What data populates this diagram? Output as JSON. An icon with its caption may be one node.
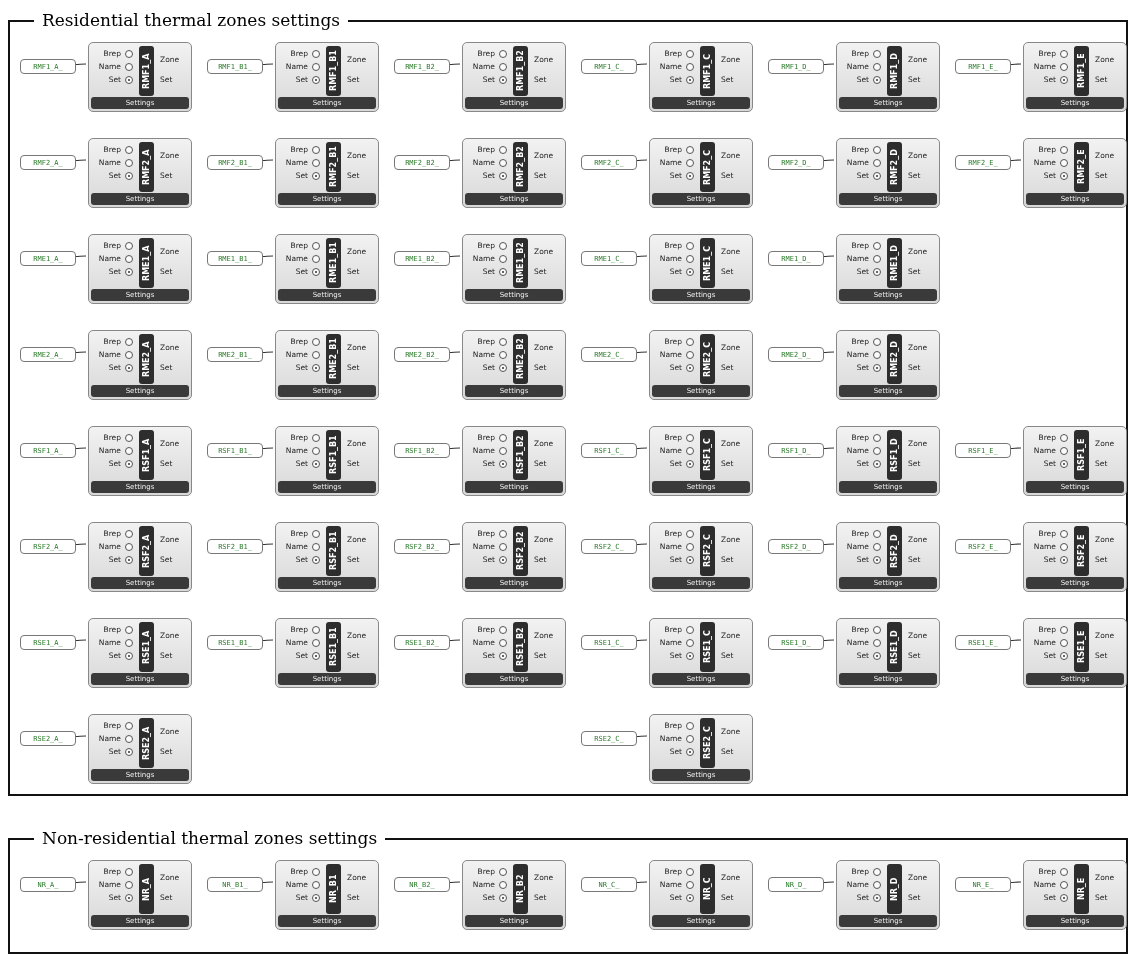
{
  "diagram": {
    "nodes": [
      {
        "text": [
          "Residential thermal zones settings"
        ]
      },
      {
        "text": [
          "RMF1_A_"
        ],
        "in": 0
      },
      {
        "text": [
          "Brep",
          "Name",
          "Set",
          "RMF1_A",
          "Zone",
          "Set",
          "Settings"
        ],
        "in": 0
      },
      {
        "text": [
          "RMF1_B1_"
        ],
        "in": 0
      },
      {
        "text": [
          "Brep",
          "Name",
          "Set",
          "RMF1_B1",
          "Zone",
          "Set",
          "Settings"
        ],
        "in": 0
      },
      {
        "text": [
          "RMF1_B2_"
        ],
        "in": 0
      },
      {
        "text": [
          "Brep",
          "Name",
          "Set",
          "RMF1_B2",
          "Zone",
          "Set",
          "Settings"
        ],
        "in": 0
      },
      {
        "text": [
          "RMF1_C_"
        ],
        "in": 0
      },
      {
        "text": [
          "Brep",
          "Name",
          "Set",
          "RMF1_C",
          "Zone",
          "Set",
          "Settings"
        ],
        "in": 0
      },
      {
        "text": [
          "RMF1_D_"
        ],
        "in": 0
      },
      {
        "text": [
          "Brep",
          "Name",
          "Set",
          "RMF1_D",
          "Zone",
          "Set",
          "Settings"
        ],
        "in": 0
      },
      {
        "text": [
          "RMF1_E_"
        ],
        "in": 0
      },
      {
        "text": [
          "Brep",
          "Name",
          "Set",
          "RMF1_E",
          "Zone",
          "Set",
          "Settings"
        ],
        "in": 0
      },
      {
        "text": [
          "RMF2_A_"
        ],
        "in": 0
      },
      {
        "text": [
          "Brep",
          "Name",
          "Set",
          "RMF2_A",
          "Zone",
          "Set",
          "Settings"
        ],
        "in": 0
      },
      {
        "text": [
          "RMF2_B1_"
        ],
        "in": 0
      },
      {
        "text": [
          "Brep",
          "Name",
          "Set",
          "RMF2_B1",
          "Zone",
          "Set",
          "Settings"
        ],
        "in": 0
      },
      {
        "text": [
          "RMF2_B2_"
        ],
        "in": 0
      },
      {
        "text": [
          "Brep",
          "Name",
          "Set",
          "RMF2_B2",
          "Zone",
          "Set",
          "Settings"
        ],
        "in": 0
      },
      {
        "text": [
          "RMF2_C_"
        ],
        "in": 0
      },
      {
        "text": [
          "Brep",
          "Name",
          "Set",
          "RMF2_C",
          "Zone",
          "Set",
          "Settings"
        ],
        "in": 0
      },
      {
        "text": [
          "RMF2_D_"
        ],
        "in": 0
      },
      {
        "text": [
          "Brep",
          "Name",
          "Set",
          "RMF2_D",
          "Zone",
          "Set",
          "Settings"
        ],
        "in": 0
      },
      {
        "text": [
          "RMF2_E_"
        ],
        "in": 0
      },
      {
        "text": [
          "Brep",
          "Name",
          "Set",
          "RMF2_E",
          "Zone",
          "Set",
          "Settings"
        ],
        "in": 0
      },
      {
        "text": [
          "RME1_A_"
        ],
        "in": 0
      },
      {
        "text": [
          "Brep",
          "Name",
          "Set",
          "RME1_A",
          "Zone",
          "Set",
          "Settings"
        ],
        "in": 0
      },
      {
        "text": [
          "RME1_B1_"
        ],
        "in": 0
      },
      {
        "text": [
          "Brep",
          "Name",
          "Set",
          "RME1_B1",
          "Zone",
          "Set",
          "Settings"
        ],
        "in": 0
      },
      {
        "text": [
          "RME1_B2_"
        ],
        "in": 0
      },
      {
        "text": [
          "Brep",
          "Name",
          "Set",
          "RME1_B2",
          "Zone",
          "Set",
          "Settings"
        ],
        "in": 0
      },
      {
        "text": [
          "RME1_C_"
        ],
        "in": 0
      },
      {
        "text": [
          "Brep",
          "Name",
          "Set",
          "RME1_C",
          "Zone",
          "Set",
          "Settings"
        ],
        "in": 0
      },
      {
        "text": [
          "RME1_D_"
        ],
        "in": 0
      },
      {
        "text": [
          "Brep",
          "Name",
          "Set",
          "RME1_D",
          "Zone",
          "Set",
          "Settings"
        ],
        "in": 0
      },
      {
        "text": [
          "RME2_A_"
        ],
        "in": 0
      },
      {
        "text": [
          "Brep",
          "Name",
          "Set",
          "RME2_A",
          "Zone",
          "Set",
          "Settings"
        ],
        "in": 0
      },
      {
        "text": [
          "RME2_B1_"
        ],
        "in": 0
      },
      {
        "text": [
          "Brep",
          "Name",
          "Set",
          "RME2_B1",
          "Zone",
          "Set",
          "Settings"
        ],
        "in": 0
      },
      {
        "text": [
          "RME2_B2_"
        ],
        "in": 0
      },
      {
        "text": [
          "Brep",
          "Name",
          "Set",
          "RME2_B2",
          "Zone",
          "Set",
          "Settings"
        ],
        "in": 0
      },
      {
        "text": [
          "RME2_C_"
        ],
        "in": 0
      },
      {
        "text": [
          "Brep",
          "Name",
          "Set",
          "RME2_C",
          "Zone",
          "Set",
          "Settings"
        ],
        "in": 0
      },
      {
        "text": [
          "RME2_D_"
        ],
        "in": 0
      },
      {
        "text": [
          "Brep",
          "Name",
          "Set",
          "RME2_D",
          "Zone",
          "Set",
          "Settings"
        ],
        "in": 0
      },
      {
        "text": [
          "RSF1_A_"
        ],
        "in": 0
      },
      {
        "text": [
          "Brep",
          "Name",
          "Set",
          "RSF1_A",
          "Zone",
          "Set",
          "Settings"
        ],
        "in": 0
      },
      {
        "text": [
          "RSF1_B1_"
        ],
        "in": 0
      },
      {
        "text": [
          "Brep",
          "Name",
          "Set",
          "RSF1_B1",
          "Zone",
          "Set",
          "Settings"
        ],
        "in": 0
      },
      {
        "text": [
          "RSF1_B2_"
        ],
        "in": 0
      },
      {
        "text": [
          "Brep",
          "Name",
          "Set",
          "RSF1_B2",
          "Zone",
          "Set",
          "Settings"
        ],
        "in": 0
      },
      {
        "text": [
          "RSF1_C_"
        ],
        "in": 0
      },
      {
        "text": [
          "Brep",
          "Name",
          "Set",
          "RSF1_C",
          "Zone",
          "Set",
          "Settings"
        ],
        "in": 0
      },
      {
        "text": [
          "RSF1_D_"
        ],
        "in": 0
      },
      {
        "text": [
          "Brep",
          "Name",
          "Set",
          "RSF1_D",
          "Zone",
          "Set",
          "Settings"
        ],
        "in": 0
      },
      {
        "text": [
          "RSF1_E_"
        ],
        "in": 0
      },
      {
        "text": [
          "Brep",
          "Name",
          "Set",
          "RSF1_E",
          "Zone",
          "Set",
          "Settings"
        ],
        "in": 0
      },
      {
        "text": [
          "RSF2_A_"
        ],
        "in": 0
      },
      {
        "text": [
          "Brep",
          "Name",
          "Set",
          "RSF2_A",
          "Zone",
          "Set",
          "Settings"
        ],
        "in": 0
      },
      {
        "text": [
          "RSF2_B1_"
        ],
        "in": 0
      },
      {
        "text": [
          "Brep",
          "Name",
          "Set",
          "RSF2_B1",
          "Zone",
          "Set",
          "Settings"
        ],
        "in": 0
      },
      {
        "text": [
          "RSF2_B2_"
        ],
        "in": 0
      },
      {
        "text": [
          "Brep",
          "Name",
          "Set",
          "RSF2_B2",
          "Zone",
          "Set",
          "Settings"
        ],
        "in": 0
      },
      {
        "text": [
          "RSF2_C_"
        ],
        "in": 0
      },
      {
        "text": [
          "Brep",
          "Name",
          "Set",
          "RSF2_C",
          "Zone",
          "Set",
          "Settings"
        ],
        "in": 0
      },
      {
        "text": [
          "RSF2_D_"
        ],
        "in": 0
      },
      {
        "text": [
          "Brep",
          "Name",
          "Set",
          "RSF2_D",
          "Zone",
          "Set",
          "Settings"
        ],
        "in": 0
      },
      {
        "text": [
          "RSF2_E_"
        ],
        "in": 0
      },
      {
        "text": [
          "Brep",
          "Name",
          "Set",
          "RSF2_E",
          "Zone",
          "Set",
          "Settings"
        ],
        "in": 0
      },
      {
        "text": [
          "RSE1_A_"
        ],
        "in": 0
      },
      {
        "text": [
          "Brep",
          "Name",
          "Set",
          "RSE1_A",
          "Zone",
          "Set",
          "Settings"
        ],
        "in": 0
      },
      {
        "text": [
          "RSE1_B1_"
        ],
        "in": 0
      },
      {
        "text": [
          "Brep",
          "Name",
          "Set",
          "RSE1_B1",
          "Zone",
          "Set",
          "Settings"
        ],
        "in": 0
      },
      {
        "text": [
          "RSE1_B2_"
        ],
        "in": 0
      },
      {
        "text": [
          "Brep",
          "Name",
          "Set",
          "RSE1_B2",
          "Zone",
          "Set",
          "Settings"
        ],
        "in": 0
      },
      {
        "text": [
          "RSE1_C_"
        ],
        "in": 0
      },
      {
        "text": [
          "Brep",
          "Name",
          "Set",
          "RSE1_C",
          "Zone",
          "Set",
          "Settings"
        ],
        "in": 0
      },
      {
        "text": [
          "RSE1_D_"
        ],
        "in": 0
      },
      {
        "text": [
          "Brep",
          "Name",
          "Set",
          "RSE1_D",
          "Zone",
          "Set",
          "Settings"
        ],
        "in": 0
      },
      {
        "text": [
          "RSE1_E_"
        ],
        "in": 0
      },
      {
        "text": [
          "Brep",
          "Name",
          "Set",
          "RSE1_E",
          "Zone",
          "Set",
          "Settings"
        ],
        "in": 0
      },
      {
        "text": [
          "RSE2_A_"
        ],
        "in": 0
      },
      {
        "text": [
          "Brep",
          "Name",
          "Set",
          "RSE2_A",
          "Zone",
          "Set",
          "Settings"
        ],
        "in": 0
      },
      {
        "text": [
          "RSE2_C_"
        ],
        "in": 0
      },
      {
        "text": [
          "Brep",
          "Name",
          "Set",
          "RSE2_C",
          "Zone",
          "Set",
          "Settings"
        ],
        "in": 0
      },
      {
        "text": [
          "Non-residential thermal zones settings"
        ]
      },
      {
        "text": [
          "NR_A_"
        ],
        "in": 85
      },
      {
        "text": [
          "Brep",
          "Name",
          "Set",
          "NR_A",
          "Zone",
          "Set",
          "Settings"
        ],
        "in": 85
      },
      {
        "text": [
          "NR_B1_"
        ],
        "in": 85
      },
      {
        "text": [
          "Brep",
          "Name",
          "Set",
          "NR_B1",
          "Zone",
          "Set",
          "Settings"
        ],
        "in": 85
      },
      {
        "text": [
          "NR_B2_"
        ],
        "in": 85
      },
      {
        "text": [
          "Brep",
          "Name",
          "Set",
          "NR_B2",
          "Zone",
          "Set",
          "Settings"
        ],
        "in": 85
      },
      {
        "text": [
          "NR_C_"
        ],
        "in": 85
      },
      {
        "text": [
          "Brep",
          "Name",
          "Set",
          "NR_C",
          "Zone",
          "Set",
          "Settings"
        ],
        "in": 85
      },
      {
        "text": [
          "NR_D_"
        ],
        "in": 85
      },
      {
        "text": [
          "Brep",
          "Name",
          "Set",
          "NR_D",
          "Zone",
          "Set",
          "Settings"
        ],
        "in": 85
      },
      {
        "text": [
          "NR_E_"
        ],
        "in": 85
      },
      {
        "text": [
          "Brep",
          "Name",
          "Set",
          "NR_E",
          "Zone",
          "Set",
          "Settings"
        ],
        "in": 85
      }
    ],
    "edges": [
      {
        "from": 1,
        "to": 2,
        "arrow": "none"
      },
      {
        "from": 3,
        "to": 4,
        "arrow": "none"
      },
      {
        "from": 5,
        "to": 6,
        "arrow": "none"
      },
      {
        "from": 7,
        "to": 8,
        "arrow": "none"
      },
      {
        "from": 9,
        "to": 10,
        "arrow": "none"
      },
      {
        "from": 11,
        "to": 12,
        "arrow": "none"
      },
      {
        "from": 13,
        "to": 14,
        "arrow": "none"
      },
      {
        "from": 15,
        "to": 16,
        "arrow": "none"
      },
      {
        "from": 17,
        "to": 18,
        "arrow": "none"
      },
      {
        "from": 19,
        "to": 20,
        "arrow": "none"
      },
      {
        "from": 21,
        "to": 22,
        "arrow": "none"
      },
      {
        "from": 23,
        "to": 24,
        "arrow": "none"
      },
      {
        "from": 25,
        "to": 26,
        "arrow": "none"
      },
      {
        "from": 27,
        "to": 28,
        "arrow": "none"
      },
      {
        "from": 29,
        "to": 30,
        "arrow": "none"
      },
      {
        "from": 31,
        "to": 32,
        "arrow": "none"
      },
      {
        "from": 33,
        "to": 34,
        "arrow": "none"
      },
      {
        "from": 35,
        "to": 36,
        "arrow": "none"
      },
      {
        "from": 37,
        "to": 38,
        "arrow": "none"
      },
      {
        "from": 39,
        "to": 40,
        "arrow": "none"
      },
      {
        "from": 41,
        "to": 42,
        "arrow": "none"
      },
      {
        "from": 43,
        "to": 44,
        "arrow": "none"
      },
      {
        "from": 45,
        "to": 46,
        "arrow": "none"
      },
      {
        "from": 47,
        "to": 48,
        "arrow": "none"
      },
      {
        "from": 49,
        "to": 50,
        "arrow": "none"
      },
      {
        "from": 51,
        "to": 52,
        "arrow": "none"
      },
      {
        "from": 53,
        "to": 54,
        "arrow": "none"
      },
      {
        "from": 55,
        "to": 56,
        "arrow": "none"
      },
      {
        "from": 57,
        "to": 58,
        "arrow": "none"
      },
      {
        "from": 59,
        "to": 60,
        "arrow": "none"
      },
      {
        "from": 61,
        "to": 62,
        "arrow": "none"
      },
      {
        "from": 63,
        "to": 64,
        "arrow": "none"
      },
      {
        "from": 65,
        "to": 66,
        "arrow": "none"
      },
      {
        "from": 67,
        "to": 68,
        "arrow": "none"
      },
      {
        "from": 69,
        "to": 70,
        "arrow": "none"
      },
      {
        "from": 71,
        "to": 72,
        "arrow": "none"
      },
      {
        "from": 73,
        "to": 74,
        "arrow": "none"
      },
      {
        "from": 75,
        "to": 76,
        "arrow": "none"
      },
      {
        "from": 77,
        "to": 78,
        "arrow": "none"
      },
      {
        "from": 79,
        "to": 80,
        "arrow": "none"
      },
      {
        "from": 81,
        "to": 82,
        "arrow": "none"
      },
      {
        "from": 83,
        "to": 84,
        "arrow": "none"
      },
      {
        "from": 86,
        "to": 87,
        "arrow": "none"
      },
      {
        "from": 88,
        "to": 89,
        "arrow": "none"
      },
      {
        "from": 90,
        "to": 91,
        "arrow": "none"
      },
      {
        "from": 92,
        "to": 93,
        "arrow": "none"
      },
      {
        "from": 94,
        "to": 95,
        "arrow": "none"
      },
      {
        "from": 96,
        "to": 97,
        "arrow": "none"
      }
    ]
  }
}
